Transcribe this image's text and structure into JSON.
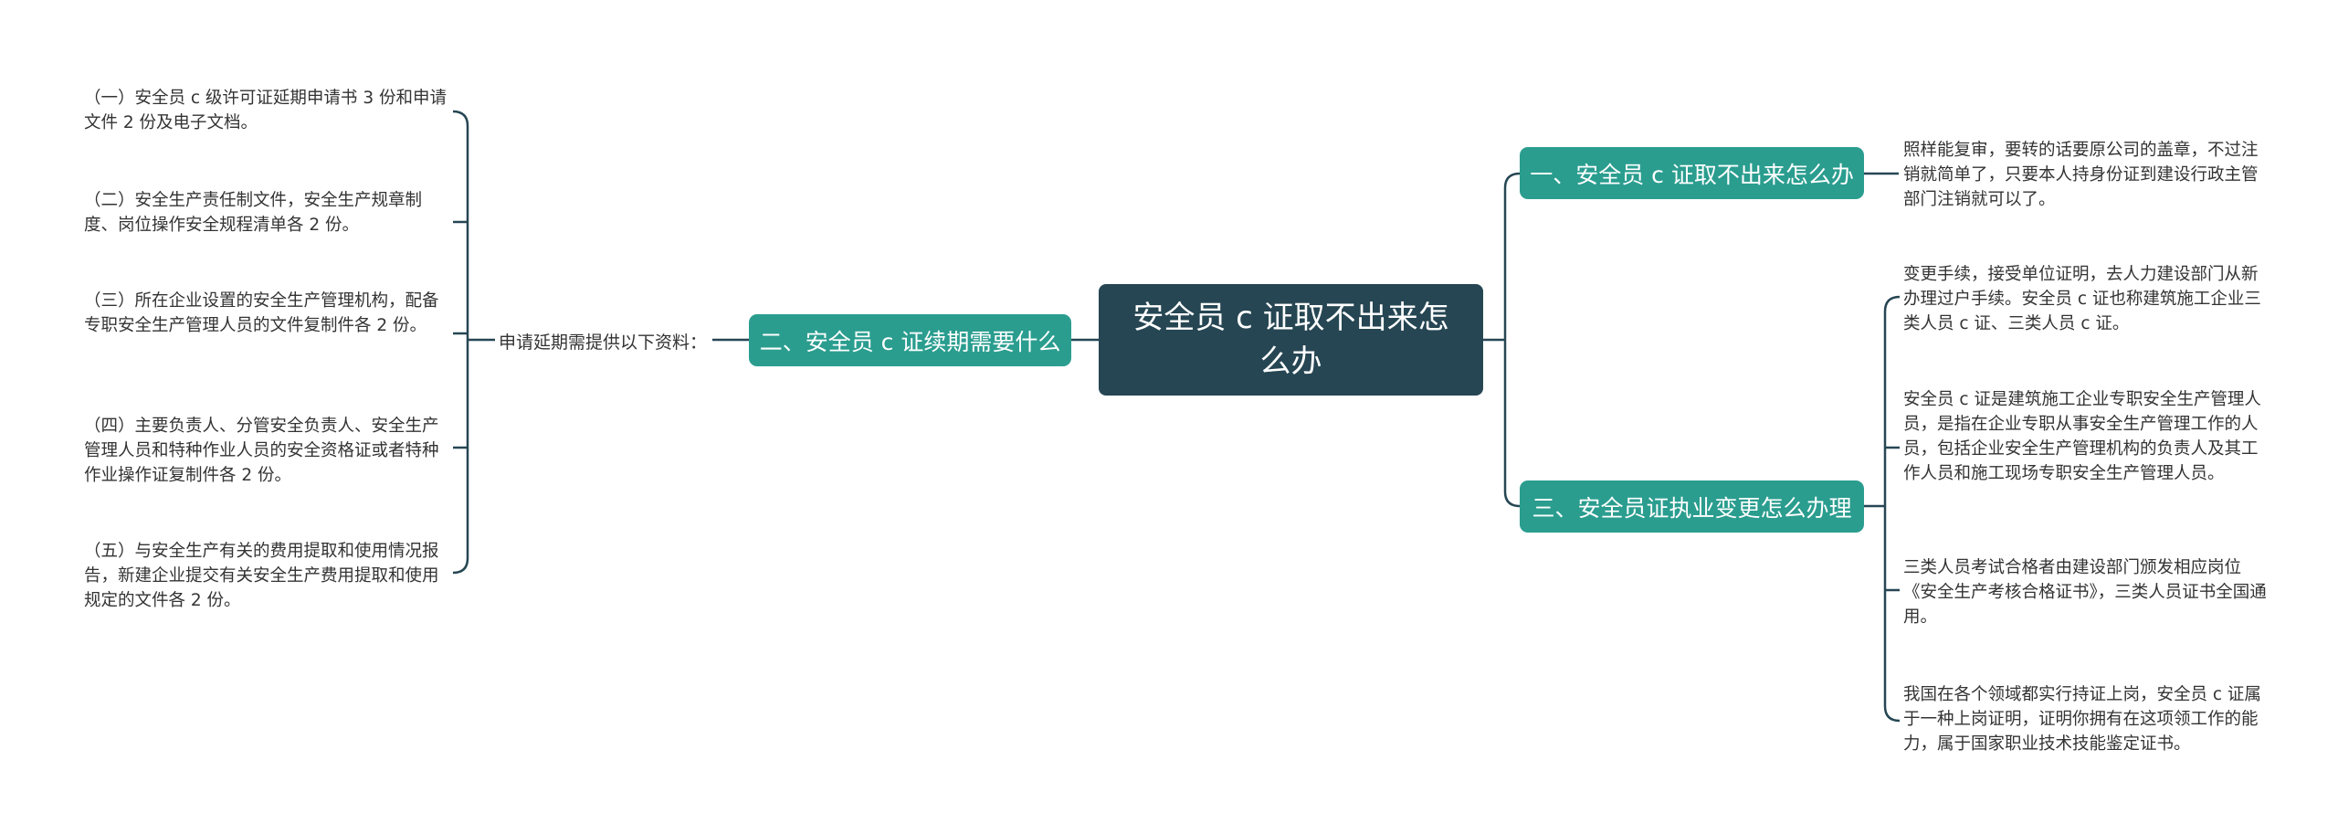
{
  "root": {
    "text": "安全员 c 证取不出来怎么办"
  },
  "left_branch": {
    "title": "二、安全员 c 证续期需要什么",
    "label": "申请延期需提供以下资料：",
    "items": [
      "（一）安全员 c 级许可证延期申请书 3 份和申请文件 2 份及电子文档。",
      "（二）安全生产责任制文件，安全生产规章制度、岗位操作安全规程清单各 2 份。",
      "（三）所在企业设置的安全生产管理机构，配备专职安全生产管理人员的文件复制件各 2 份。",
      "（四）主要负责人、分管安全负责人、安全生产管理人员和特种作业人员的安全资格证或者特种作业操作证复制件各 2 份。",
      "（五）与安全生产有关的费用提取和使用情况报告，新建企业提交有关安全生产费用提取和使用规定的文件各 2 份。"
    ]
  },
  "right_branch_1": {
    "title": "一、安全员 c 证取不出来怎么办",
    "items": [
      "照样能复审，要转的话要原公司的盖章，不过注销就简单了，只要本人持身份证到建设行政主管部门注销就可以了。"
    ]
  },
  "right_branch_2": {
    "title": "三、安全员证执业变更怎么办理",
    "items": [
      "变更手续，接受单位证明，去人力建设部门从新办理过户手续。安全员 c 证也称建筑施工企业三类人员 c 证、三类人员 c 证。",
      "安全员 c 证是建筑施工企业专职安全生产管理人员，是指在企业专职从事安全生产管理工作的人员，包括企业安全生产管理机构的负责人及其工作人员和施工现场专职安全生产管理人员。",
      "三类人员考试合格者由建设部门颁发相应岗位《安全生产考核合格证书》，三类人员证书全国通用。",
      "我国在各个领域都实行持证上岗，安全员 c 证属于一种上岗证明，证明你拥有在这项领工作的能力，属于国家职业技术技能鉴定证书。"
    ]
  },
  "colors": {
    "root_bg": "#264653",
    "branch_bg": "#2a9d8f",
    "line": "#264653",
    "text": "#333333"
  }
}
